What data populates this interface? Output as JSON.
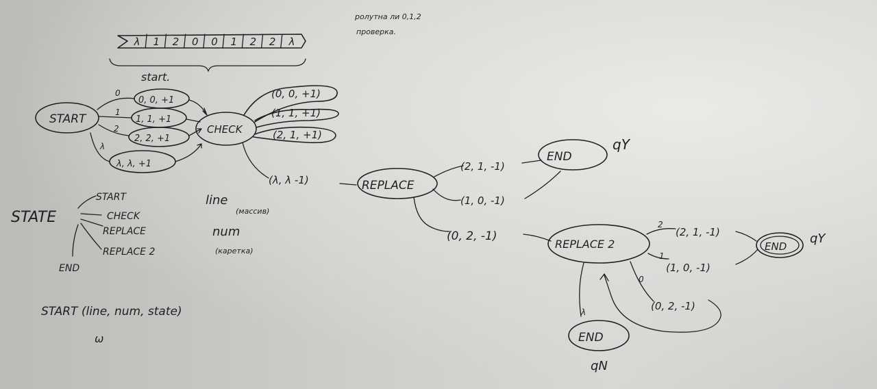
{
  "note": {
    "line1": "ролутна ли 0,1,2",
    "line2": "проверка."
  },
  "tape": {
    "cells": [
      "λ",
      "1",
      "2",
      "0",
      "0",
      "1",
      "2",
      "2",
      "λ"
    ]
  },
  "start_label": "start.",
  "states": {
    "start": "START",
    "check": "CHECK",
    "replace": "REPLACE",
    "replace2": "REPLACE 2",
    "end_top": "END",
    "end_right": "END",
    "end_bottom": "END"
  },
  "final_labels": {
    "qy_top": "qY",
    "qy_right": "qY",
    "qn": "qN"
  },
  "start_branches": {
    "sym0": "0",
    "sym1": "1",
    "sym2": "2",
    "symL": "λ",
    "tr0": "0, 0, +1",
    "tr1": "1, 1, +1",
    "tr2": "2, 2, +1",
    "trL": "λ, λ, +1"
  },
  "check_loops": {
    "tr0": "(0, 0, +1)",
    "tr1": "(1, 1, +1)",
    "tr2": "(2, 1, +1)",
    "trL": "(λ, λ -1)"
  },
  "replace_edges": {
    "tr2": "(2, 1, -1)",
    "tr1": "(1, 0, -1)",
    "tr0": "(0, 2, -1)"
  },
  "replace2_edges": {
    "sym2": "2",
    "sym1": "1",
    "sym0": "0",
    "symL": "λ",
    "tr2": "(2, 1, -1)",
    "tr1": "(1, 0, -1)",
    "tr0": "(0, 2, -1)"
  },
  "state_list": {
    "title": "STATE",
    "items": [
      "START",
      "CHECK",
      "REPLACE",
      "REPLACE 2",
      "END"
    ]
  },
  "vars": {
    "line": "line",
    "line_note": "(массив)",
    "num": "num",
    "num_note": "(каретка)"
  },
  "call": {
    "text": "START (line, num, state)",
    "mark": "ω"
  }
}
